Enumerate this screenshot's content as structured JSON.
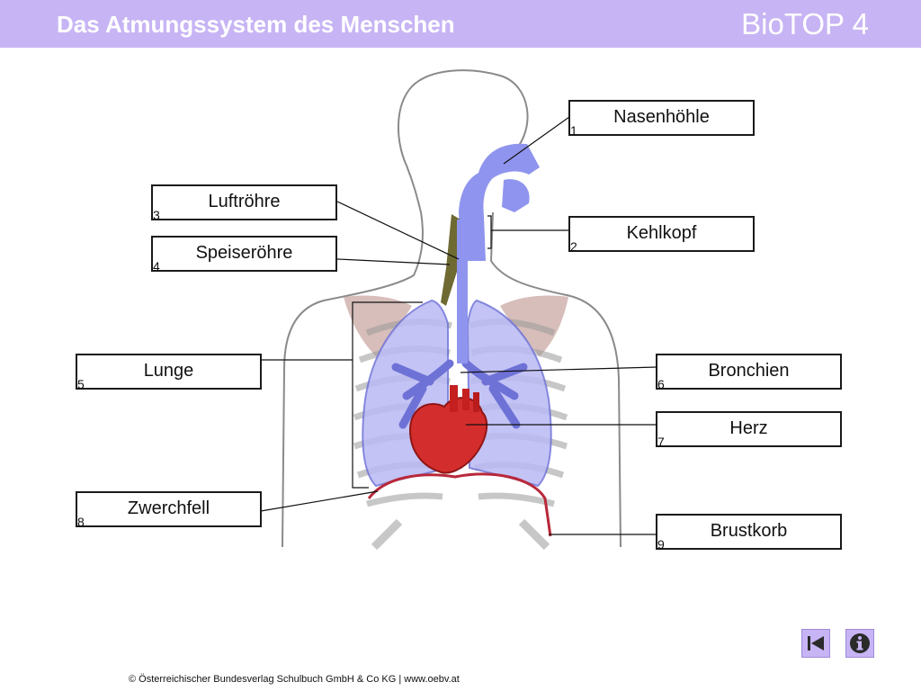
{
  "header": {
    "title": "Das Atmungssystem des Menschen",
    "brand": "BioTOP 4"
  },
  "labels": [
    {
      "id": "nasenhoehle",
      "number": "1",
      "text": "Nasenhöhle"
    },
    {
      "id": "kehlkopf",
      "number": "2",
      "text": "Kehlkopf"
    },
    {
      "id": "luftroehre",
      "number": "3",
      "text": "Luftröhre"
    },
    {
      "id": "speiseroehre",
      "number": "4",
      "text": "Speiseröhre"
    },
    {
      "id": "lunge",
      "number": "5",
      "text": "Lunge"
    },
    {
      "id": "bronchien",
      "number": "6",
      "text": "Bronchien"
    },
    {
      "id": "herz",
      "number": "7",
      "text": "Herz"
    },
    {
      "id": "zwerchfell",
      "number": "8",
      "text": "Zwerchfell"
    },
    {
      "id": "brustkorb",
      "number": "9",
      "text": "Brustkorb"
    }
  ],
  "colors": {
    "header": "#c7b4f4",
    "airway": "#8f95ee",
    "lung": "#b9b9f4",
    "heart": "#d42d2d",
    "diaphragm": "#b8283a",
    "esophagus": "#6e6a32",
    "muscle": "#c9a8a4"
  },
  "nav": {
    "back_icon": "first-slide-icon",
    "info_icon": "info-icon"
  },
  "footer": {
    "copyright": "© Österreichischer Bundesverlag Schulbuch GmbH & Co KG | www.oebv.at"
  }
}
